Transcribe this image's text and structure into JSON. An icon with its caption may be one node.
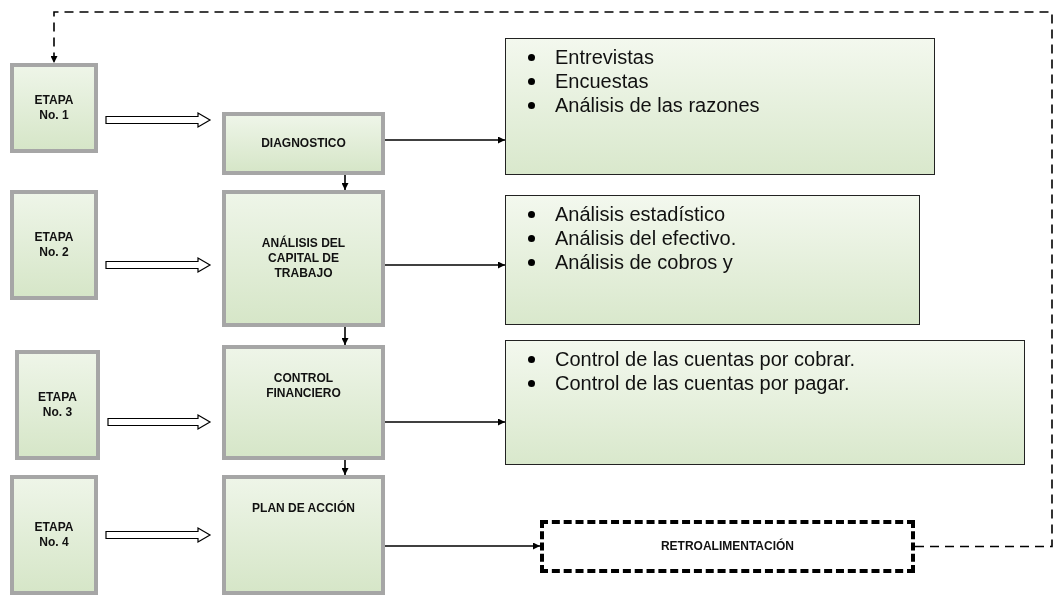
{
  "diagram": {
    "nodes": [
      {
        "text": [
          "ETAPA No. 1"
        ]
      },
      {
        "text": [
          "DIAGNOSTICO"
        ]
      },
      {
        "text": [
          "Entrevistas",
          "Encuestas",
          "Análisis de las razones"
        ]
      },
      {
        "text": [
          "ETAPA No. 2"
        ]
      },
      {
        "text": [
          "ANÁLISIS DEL CAPITAL DE TRABAJO"
        ]
      },
      {
        "text": [
          "Análisis estadístico",
          "Análisis del efectivo.",
          "Análisis de cobros y"
        ]
      },
      {
        "text": [
          "ETAPA No. 3"
        ]
      },
      {
        "text": [
          "CONTROL FINANCIERO"
        ]
      },
      {
        "text": [
          "Control de las cuentas por cobrar.",
          "Control de las cuentas por pagar."
        ]
      },
      {
        "text": [
          "ETAPA No. 4"
        ]
      },
      {
        "text": [
          "PLAN DE ACCIÓN"
        ]
      },
      {
        "text": [
          "RETROALIMENTACIÓN"
        ]
      }
    ],
    "edges": [
      {
        "from": 0,
        "to": 1,
        "arrow": "to",
        "style": "thick"
      },
      {
        "from": 1,
        "to": 2,
        "arrow": "to"
      },
      {
        "from": 1,
        "to": 4,
        "arrow": "to"
      },
      {
        "from": 3,
        "to": 4,
        "arrow": "to",
        "style": "thick"
      },
      {
        "from": 4,
        "to": 5,
        "arrow": "to"
      },
      {
        "from": 4,
        "to": 7,
        "arrow": "to"
      },
      {
        "from": 6,
        "to": 7,
        "arrow": "to",
        "style": "thick"
      },
      {
        "from": 7,
        "to": 8,
        "arrow": "to"
      },
      {
        "from": 7,
        "to": 10,
        "arrow": "to"
      },
      {
        "from": 9,
        "to": 10,
        "arrow": "to",
        "style": "thick"
      },
      {
        "from": 10,
        "to": 11,
        "arrow": "to"
      },
      {
        "from": 11,
        "to": 0,
        "arrow": "to",
        "style": "dashed"
      }
    ]
  }
}
